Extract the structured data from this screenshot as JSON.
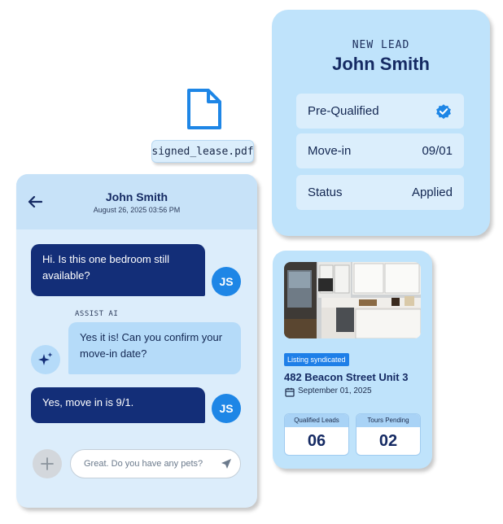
{
  "file": {
    "name": "signed_lease.pdf",
    "icon": "file-icon"
  },
  "lead": {
    "kicker": "NEW LEAD",
    "name": "John Smith",
    "rows": [
      {
        "label": "Pre-Qualified",
        "icon": "verified-check-icon"
      },
      {
        "label": "Move-in",
        "value": "09/01"
      },
      {
        "label": "Status",
        "value": "Applied"
      }
    ]
  },
  "listing": {
    "badge": "Listing syndicated",
    "address": "482 Beacon Street Unit 3",
    "date": "September 01, 2025",
    "stats": [
      {
        "label": "Qualified Leads",
        "value": "06"
      },
      {
        "label": "Tours Pending",
        "value": "02"
      }
    ]
  },
  "chat": {
    "contact_name": "John Smith",
    "timestamp": "August 26, 2025 03:56 PM",
    "messages": [
      {
        "from": "user",
        "avatar": "JS",
        "text": "Hi. Is this one bedroom still available?"
      },
      {
        "from": "assistant",
        "sender_label": "ASSIST AI",
        "text": "Yes it is! Can you confirm your move-in date?"
      },
      {
        "from": "user",
        "avatar": "JS",
        "text": "Yes, move in is 9/1."
      }
    ],
    "compose_placeholder": "Great. Do you have any pets?"
  },
  "colors": {
    "navy": "#132e78",
    "accent": "#1e86e6",
    "card": "#bfe3fb",
    "light": "#dbeefc"
  }
}
